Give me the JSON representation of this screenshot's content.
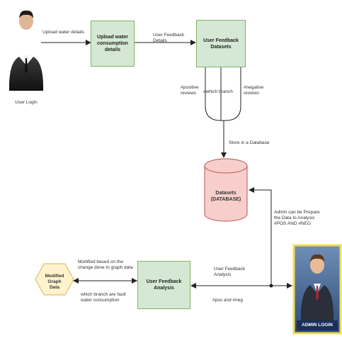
{
  "actors": {
    "user_label": "User Login",
    "admin_label": "ADMIN LOGIN"
  },
  "boxes": {
    "upload": "Upload water\nconsumption\ndetails",
    "feedback_datasets": "User Feedback\nDatasets",
    "feedback_analysis": "User Feedback\nAnalysis",
    "database": "Datasets\n(DATABASE)",
    "modified_graph": "Modified Graph\nData"
  },
  "edges": {
    "upload_details": "Upload water details",
    "user_feedback_details": "User Feedback\nDetails",
    "positive_reviews": "#positive\nreviews",
    "which_branch": "#which branch",
    "negative_reviews": "#negative\nreviews",
    "store_db": "Store in a Database",
    "admin_prepare": "Admin can be Prepare\nthe Data to Analysis\n#POS AND #NEG",
    "user_feedback_analysis": "User Feedback\nAnalysis",
    "pos_neg": "#pos and #neg",
    "modified_based": "Modified based on the\nchange done to graph data",
    "which_branch_fault": "which branch are fault\nwater consumption"
  },
  "colors": {
    "process_fill": "#d5e8d4",
    "process_stroke": "#82b366",
    "database_fill": "#f8cecc",
    "database_stroke": "#b85450",
    "hexagon_fill": "#fff2cc",
    "hexagon_stroke": "#d6b656",
    "admin_border": "#f0dc50"
  }
}
